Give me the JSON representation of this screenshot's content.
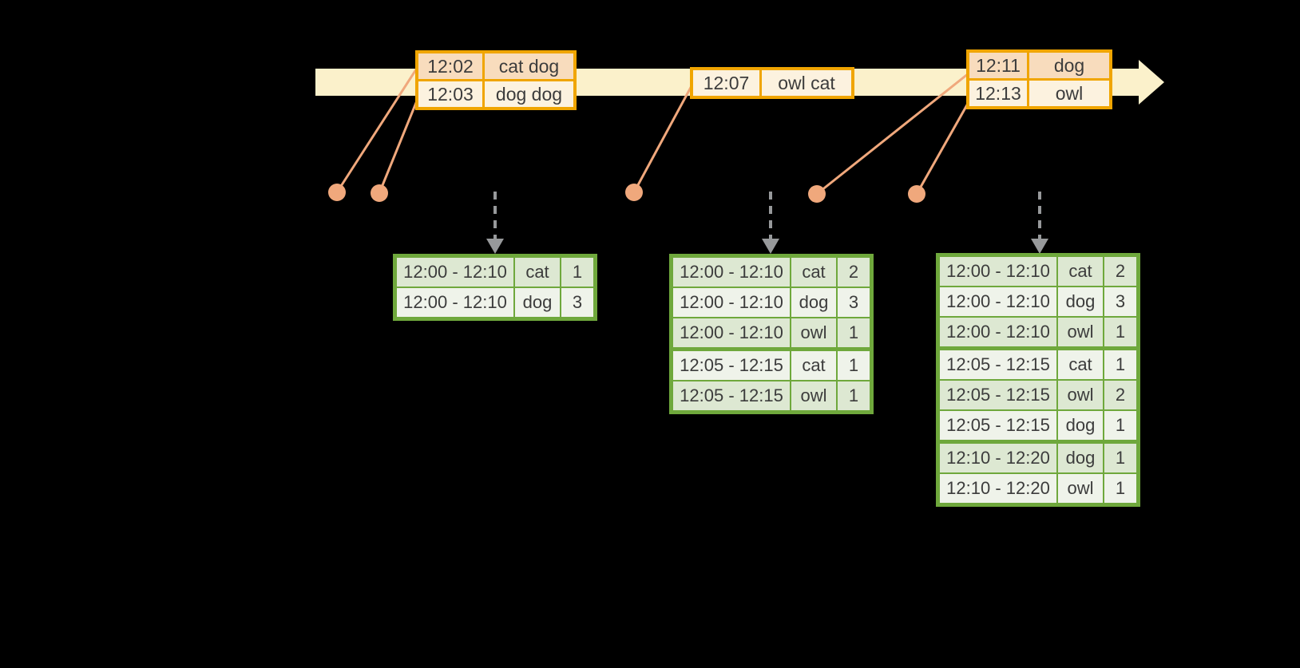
{
  "diagram_title": "windowed-word-count-stream-diagram",
  "colors": {
    "background": "#000000",
    "timeline_fill": "#fbf1cb",
    "event_border": "#f0a500",
    "event_row_dark": "#f8dcbd",
    "event_row_light": "#fcf2df",
    "event_marker": "#f0a87c",
    "result_border": "#6fa83c",
    "result_row_dark": "#dde8d2",
    "result_row_light": "#eff3ea",
    "trigger_arrow": "#97999b",
    "text": "#3c3c3c"
  },
  "icons": {
    "timeline": "right-arrow",
    "event_marker": "dot",
    "trigger": "dashed-down-arrow"
  },
  "event_batches": [
    {
      "shade_start": "dark",
      "rows": [
        [
          "12:02",
          "cat dog"
        ],
        [
          "12:03",
          "dog dog"
        ]
      ]
    },
    {
      "shade_start": "light",
      "rows": [
        [
          "12:07",
          "owl cat"
        ]
      ]
    },
    {
      "shade_start": "dark",
      "rows": [
        [
          "12:11",
          "dog"
        ],
        [
          "12:13",
          "owl"
        ]
      ]
    }
  ],
  "result_tables": [
    {
      "shade_start": "dark",
      "group_breaks": [],
      "rows": [
        [
          "12:00 - 12:10",
          "cat",
          "1"
        ],
        [
          "12:00 - 12:10",
          "dog",
          "3"
        ]
      ]
    },
    {
      "shade_start": "dark",
      "group_breaks": [
        3
      ],
      "rows": [
        [
          "12:00 - 12:10",
          "cat",
          "2"
        ],
        [
          "12:00 - 12:10",
          "dog",
          "3"
        ],
        [
          "12:00 - 12:10",
          "owl",
          "1"
        ],
        [
          "12:05 - 12:15",
          "cat",
          "1"
        ],
        [
          "12:05 - 12:15",
          "owl",
          "1"
        ]
      ]
    },
    {
      "shade_start": "dark",
      "group_breaks": [
        3,
        6
      ],
      "rows": [
        [
          "12:00 - 12:10",
          "cat",
          "2"
        ],
        [
          "12:00 - 12:10",
          "dog",
          "3"
        ],
        [
          "12:00 - 12:10",
          "owl",
          "1"
        ],
        [
          "12:05 - 12:15",
          "cat",
          "1"
        ],
        [
          "12:05 - 12:15",
          "owl",
          "2"
        ],
        [
          "12:05 - 12:15",
          "dog",
          "1"
        ],
        [
          "12:10 - 12:20",
          "dog",
          "1"
        ],
        [
          "12:10 - 12:20",
          "owl",
          "1"
        ]
      ]
    }
  ]
}
